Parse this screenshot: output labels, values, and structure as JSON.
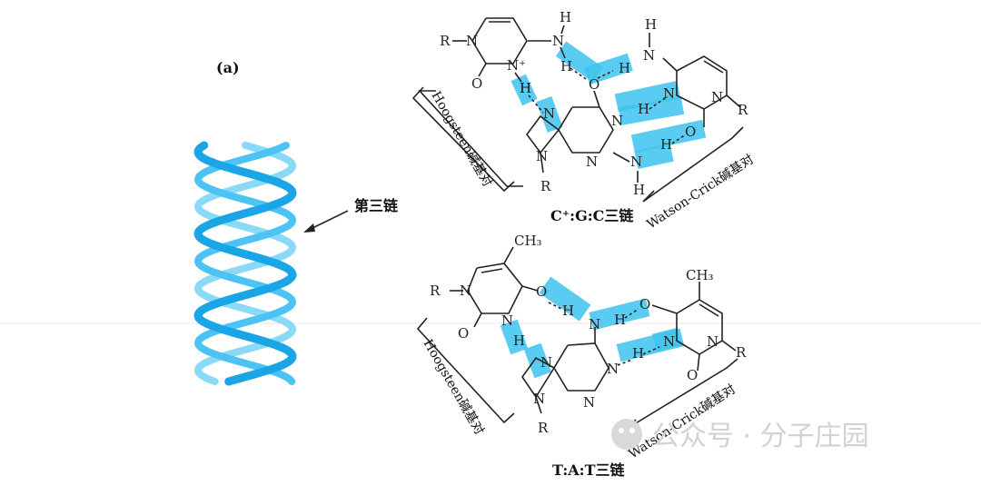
{
  "panel_label": "(a)",
  "third_strand_label": "第三链",
  "top": {
    "caption": "C⁺:G:C三链",
    "hoogsteen": "Hoogsteen碱基对",
    "watson": "Watson-Crick碱基对"
  },
  "bottom": {
    "caption": "T:A:T三链",
    "hoogsteen": "Hoogsteen碱基对",
    "watson": "Watson-Crick碱基对"
  },
  "atoms": {
    "R": "R",
    "N": "N",
    "H": "H",
    "O": "O",
    "Nplus": "N⁺",
    "CH3": "CH₃"
  },
  "watermark": "公众号 · 分子庄园",
  "colors": {
    "highlight": "#3ec3ee",
    "helix_light": "#8ad9f6",
    "helix_dark": "#1aa6e6"
  }
}
